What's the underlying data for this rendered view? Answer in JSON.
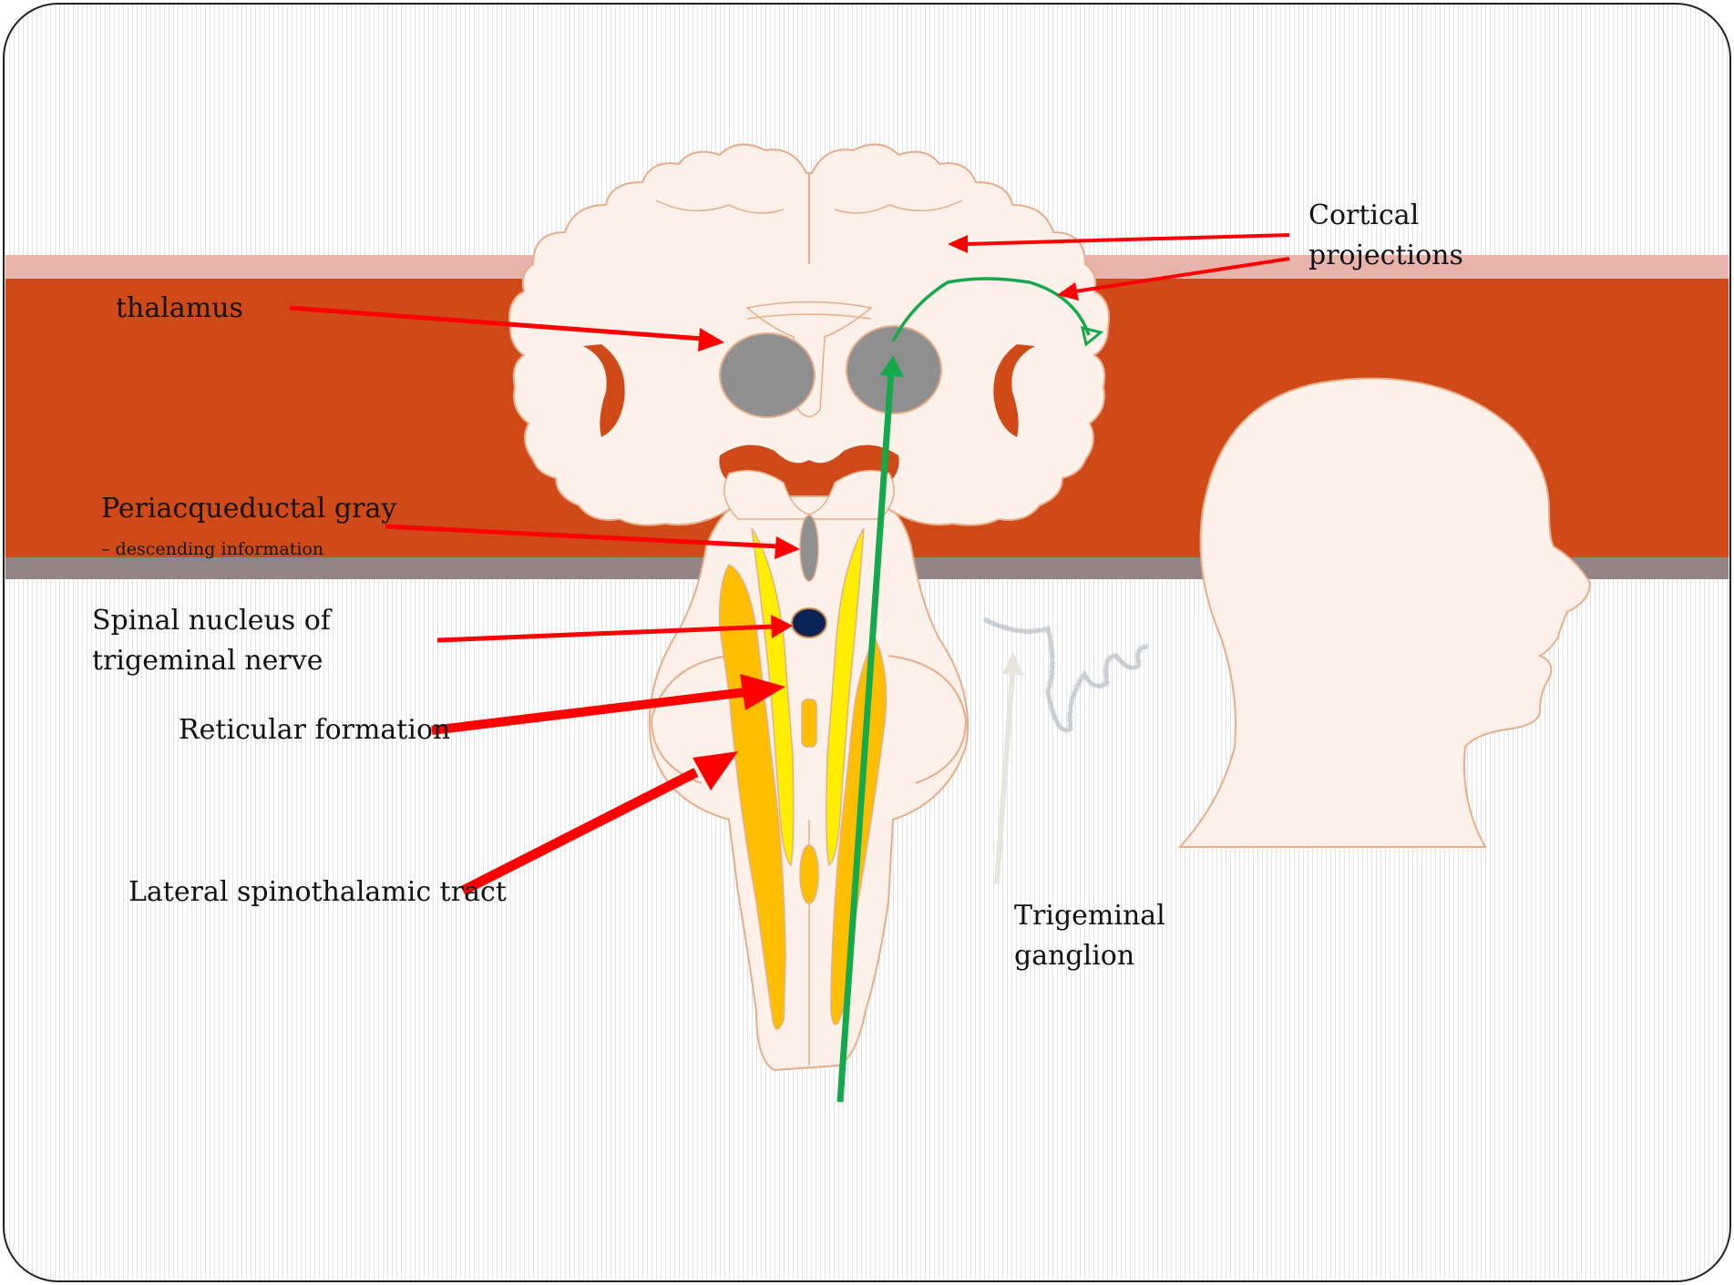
{
  "colors": {
    "band_pink": "#e8b3ab",
    "band_orange": "#d04a17",
    "band_gray": "#938486",
    "brain_fill": "#fdf1ea",
    "brain_outline": "#e6ad8a",
    "thalamus_gray": "#8f8f8f",
    "tract_yellow": "#ffee00",
    "tract_orange": "#ffbf00",
    "nucleus_navy": "#0c2257",
    "arrow_red": "#ff0000",
    "pathway_green": "#14a94a",
    "ganglion_arrow": "#e7e5dc"
  },
  "labels": {
    "thalamus": "thalamus",
    "cortical_line1": "Cortical",
    "cortical_line2": "projections",
    "pag_line1": "Periacqueductal gray",
    "pag_line2": "– descending information",
    "spinal_line1": "Spinal nucleus of",
    "spinal_line2": "trigeminal nerve",
    "reticular": "Reticular formation",
    "lateral_tract": "Lateral spinothalamic tract",
    "ganglion_line1": "Trigeminal",
    "ganglion_line2": "ganglion"
  }
}
